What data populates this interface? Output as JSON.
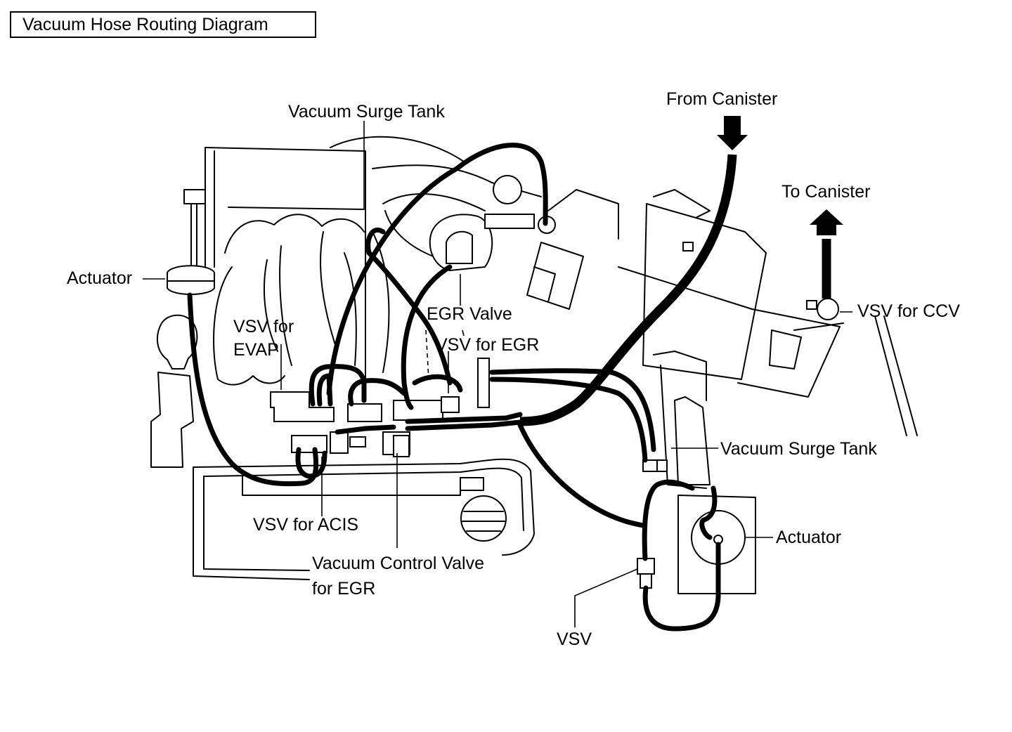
{
  "title": "Vacuum Hose Routing Diagram",
  "labels": {
    "vacuum_surge_tank_top": "Vacuum Surge Tank",
    "from_canister": "From Canister",
    "to_canister": "To Canister",
    "actuator_left": "Actuator",
    "vsv_for_evap_line1": "VSV for",
    "vsv_for_evap_line2": "EVAP",
    "egr_valve": "EGR Valve",
    "vsv_for_egr": "VSV for EGR",
    "vsv_for_ccv": "VSV for CCV",
    "vacuum_surge_tank_right": "Vacuum Surge Tank",
    "actuator_right": "Actuator",
    "vsv_for_acis": "VSV for ACIS",
    "vacuum_control_valve_line1": "Vacuum Control Valve",
    "vacuum_control_valve_line2": "for EGR",
    "vsv": "VSV"
  }
}
